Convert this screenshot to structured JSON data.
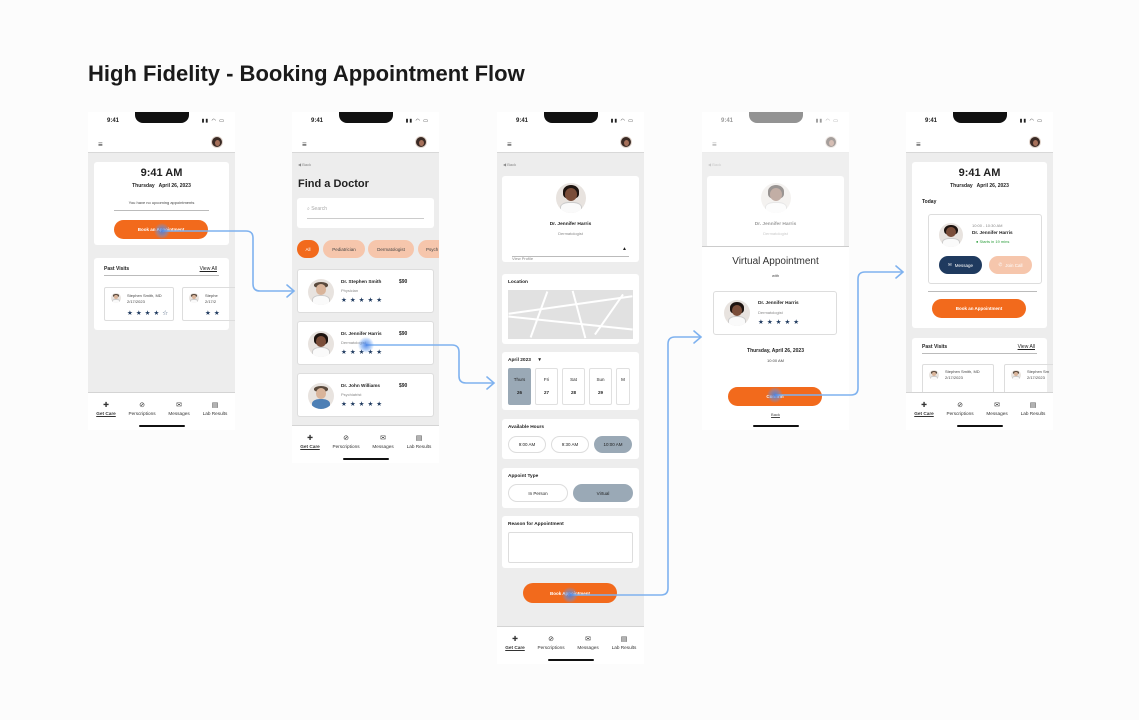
{
  "title": "High Fidelity - Booking Appointment Flow",
  "status_time": "9:41",
  "nav": [
    {
      "label": "Get Care",
      "icon": "plus-icon"
    },
    {
      "label": "Perscriptions",
      "icon": "pill-icon"
    },
    {
      "label": "Messages",
      "icon": "mail-icon"
    },
    {
      "label": "Lab Results",
      "icon": "chart-icon"
    }
  ],
  "screen1": {
    "time": "9:41 AM",
    "date": "Thursday   April 26, 2023",
    "no_appts": "You have no upcoming appointments",
    "book_btn": "Book an Appointment",
    "past_visits": "Past Visits",
    "view_all": "View All",
    "visit1_name": "Stephen Smith, MD",
    "visit1_date": "2/17/2023",
    "visit2_name": "Stephe",
    "visit2_date": "2/17/2"
  },
  "screen2": {
    "back": "Back",
    "heading": "Find a Doctor",
    "search_placeholder": "Search",
    "filters": [
      "All",
      "Pediatrician",
      "Dermatologist",
      "Psych"
    ],
    "doctors": [
      {
        "name": "Dr. Stephen Smith",
        "role": "Physician",
        "price": "$90"
      },
      {
        "name": "Dr. Jennifer Harris",
        "role": "Dermatologist",
        "price": "$90"
      },
      {
        "name": "Dr. John Williams",
        "role": "Psychiatrist",
        "price": "$90"
      }
    ]
  },
  "screen3": {
    "back": "Back",
    "doctor_name": "Dr. Jennifer Harris",
    "doctor_role": "Dermatologist",
    "view_profile": "View Profile",
    "location": "Location",
    "month": "April 2023",
    "dates": [
      {
        "day": "Thurs",
        "num": "26"
      },
      {
        "day": "Fri",
        "num": "27"
      },
      {
        "day": "Sat",
        "num": "28"
      },
      {
        "day": "Sun",
        "num": "29"
      },
      {
        "day": "M",
        "num": ""
      }
    ],
    "hours_label": "Available Hours",
    "hours": [
      "9:00 AM",
      "9:30 AM",
      "10:00 AM"
    ],
    "type_label": "Appoint Type",
    "types": [
      "In Person",
      "Virtual"
    ],
    "reason_label": "Reason for Appointment",
    "book_btn": "Book Appointment"
  },
  "screen4": {
    "back": "Back",
    "doctor_name": "Dr. Jennifer Harris",
    "doctor_role": "Dermatologist",
    "title": "Virtual Appointment",
    "with": "with",
    "date": "Thursday, April 26, 2023",
    "time": "10:00 AM",
    "confirm_btn": "Confirm",
    "back_link": "Back"
  },
  "screen5": {
    "time": "9:41 AM",
    "date": "Thursday   April 26, 2023",
    "today": "Today",
    "appt_time": "10:00 - 10:30 AM",
    "appt_doctor": "Dr. Jennifer Harris",
    "appt_status": "Starts in 19 mins",
    "message_btn": "Message",
    "join_btn": "Join Call",
    "book_btn": "Book an Appointment",
    "past_visits": "Past Visits",
    "view_all": "View All",
    "visit1_name": "Stephen Smith, MD",
    "visit1_date": "2/17/2023",
    "visit2_name": "Stephen Sm",
    "visit2_date": "2/17/2023"
  },
  "colors": {
    "accent": "#f26a1c",
    "navy": "#1f3a5f",
    "selected": "#9aa9b6",
    "arrow": "#7fb2ef"
  }
}
